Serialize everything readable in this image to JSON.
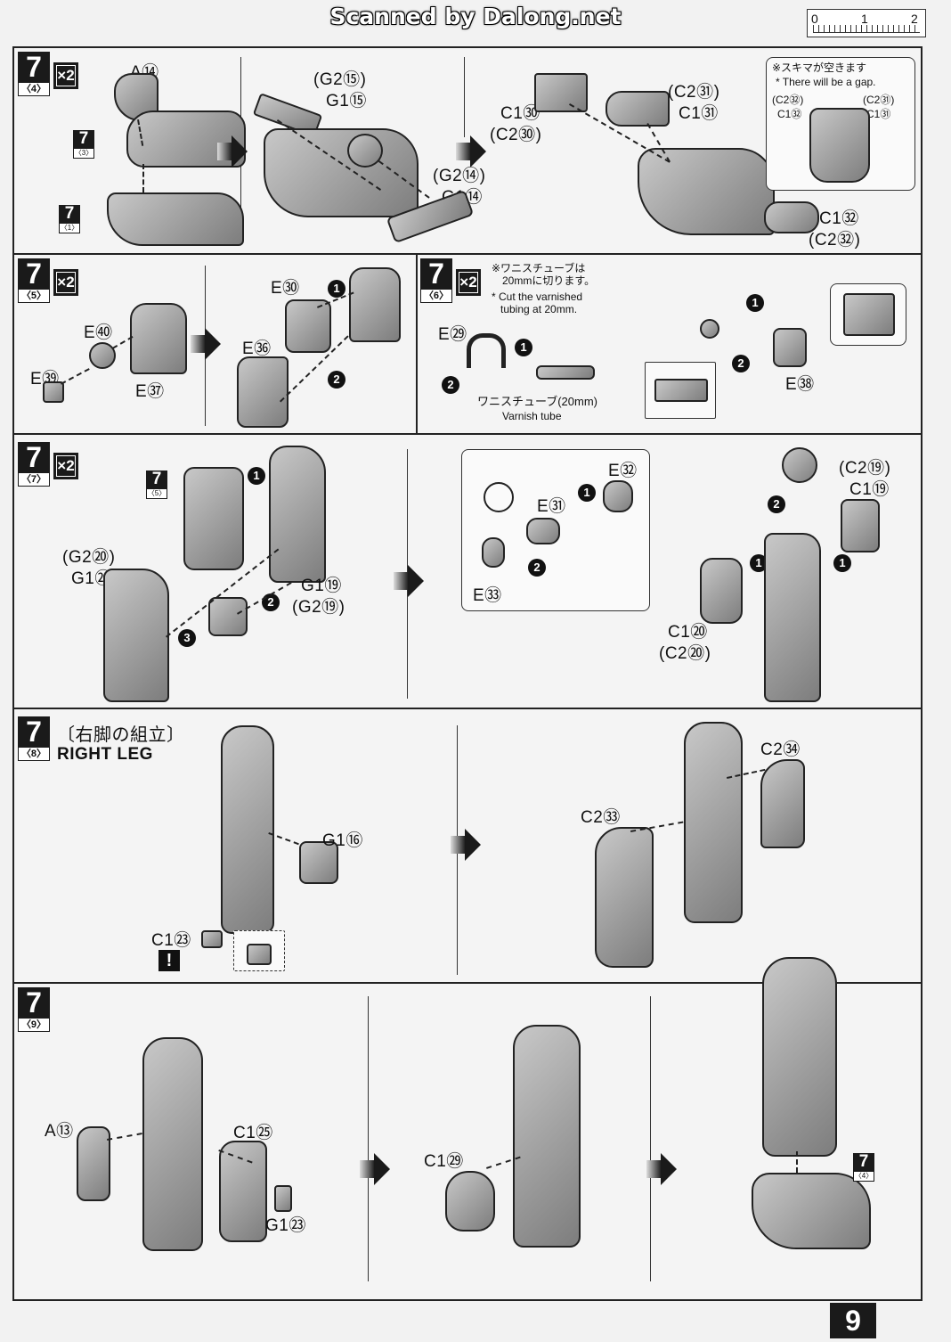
{
  "header": {
    "title": "Scanned by Dalong.net",
    "scale": [
      "0",
      "1",
      "2"
    ]
  },
  "page_number": "9",
  "steps": {
    "s4": {
      "num": "7",
      "sub": "〈4〉",
      "mult": "×2",
      "labels": [
        "A⑭",
        "(G2⑮)",
        "G1⑮",
        "(G2⑭)",
        "G1⑭",
        "C1㉚",
        "(C2㉚)",
        "(C2㉛)",
        "C1㉛",
        "C1㉜",
        "(C2㉜)"
      ],
      "ref3": "〈3〉",
      "ref1": "〈1〉",
      "gap_note_jp": "※スキマが空きます",
      "gap_note_en": "* There will be a gap.",
      "gap_labels": [
        "(C2㉜)",
        "C1㉜",
        "(C2㉛)",
        "C1㉛"
      ]
    },
    "s5": {
      "num": "7",
      "sub": "〈5〉",
      "mult": "×2",
      "labels": [
        "E㊵",
        "E㊴",
        "E㊲",
        "E㊱",
        "E㉚"
      ]
    },
    "s6": {
      "num": "7",
      "sub": "〈6〉",
      "mult": "×2",
      "note_jp_1": "※ワニスチューブは",
      "note_jp_2": "20mmに切ります。",
      "note_en_1": "* Cut the varnished",
      "note_en_2": "tubing at 20mm.",
      "labels": [
        "E㉙",
        "E㊳"
      ],
      "tube_jp": "ワニスチューブ(20mm)",
      "tube_en": "Varnish tube"
    },
    "s7": {
      "num": "7",
      "sub": "〈7〉",
      "mult": "×2",
      "ref5": "〈5〉",
      "labels": [
        "(G2⑳)",
        "G1⑳",
        "G1⑲",
        "(G2⑲)",
        "E㉜",
        "E㉛",
        "E㉝",
        "(C2⑲)",
        "C1⑲",
        "C1⑳",
        "(C2⑳)"
      ]
    },
    "s8": {
      "num": "7",
      "sub": "〈8〉",
      "title_jp": "〔右脚の組立〕",
      "title_en": "RIGHT LEG",
      "labels": [
        "G1⑯",
        "C1㉓",
        "C2㉞",
        "C2㉝"
      ]
    },
    "s9": {
      "num": "7",
      "sub": "〈9〉",
      "ref4": "〈4〉",
      "labels": [
        "A⑬",
        "C1㉕",
        "G1㉓",
        "C1㉙"
      ]
    }
  },
  "circle_steps": [
    "1",
    "2",
    "3"
  ],
  "warning_mark": "!"
}
